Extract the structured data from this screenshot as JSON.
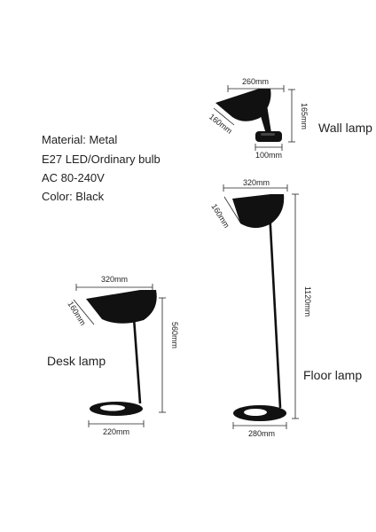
{
  "specs": {
    "material": "Material: Metal",
    "bulb": "E27 LED/Ordinary bulb",
    "voltage": "AC 80-240V",
    "color": "Color: Black"
  },
  "lamps": {
    "wall": {
      "name": "Wall lamp",
      "dims": {
        "width": "260mm",
        "shade": "160mm",
        "height": "165mm",
        "base": "100mm"
      }
    },
    "floor": {
      "name": "Floor lamp",
      "dims": {
        "width": "320mm",
        "shade": "160mm",
        "height": "1120mm",
        "base": "280mm"
      }
    },
    "desk": {
      "name": "Desk lamp",
      "dims": {
        "width": "320mm",
        "shade": "160mm",
        "height": "560mm",
        "base": "220mm"
      }
    }
  },
  "colors": {
    "lamp": "#111111",
    "dim_line": "#222222",
    "background": "#ffffff"
  }
}
